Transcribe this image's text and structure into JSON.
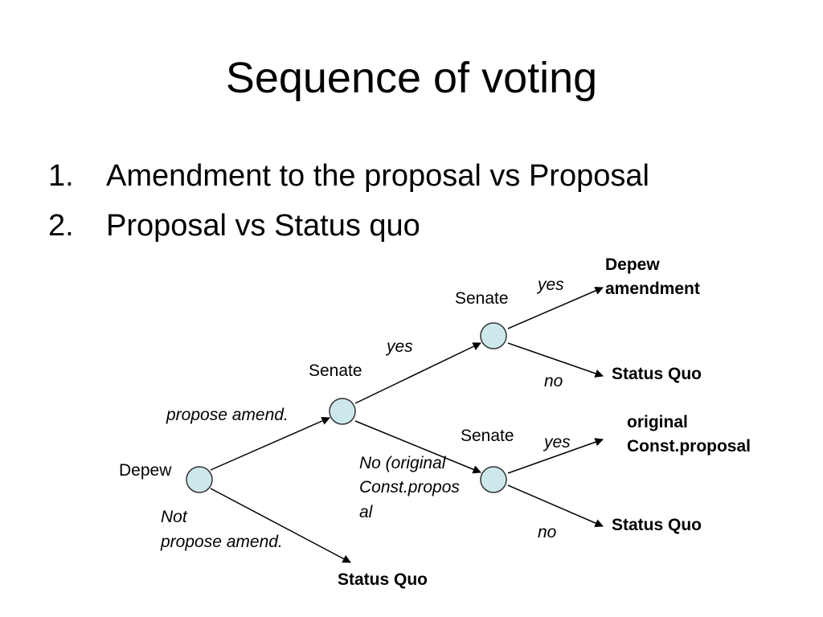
{
  "slide": {
    "title": "Sequence of voting",
    "items": [
      {
        "number": "1.",
        "text": "Amendment to the proposal vs Proposal"
      },
      {
        "number": "2.",
        "text": "Proposal vs Status quo"
      }
    ]
  },
  "tree": {
    "node_fill": "#cde8ec",
    "node_stroke": "#333333",
    "nodes": {
      "depew": "Depew",
      "senate_1": "Senate",
      "senate_top": "Senate",
      "senate_bottom": "Senate"
    },
    "edges": {
      "propose_amend": "propose amend.",
      "not_propose_line1": "Not",
      "not_propose_line2": "propose amend.",
      "senate1_yes": "yes",
      "senate1_no_line1": "No (original",
      "senate1_no_line2": "Const.propos",
      "senate1_no_line3": "al",
      "top_yes": "yes",
      "top_no": "no",
      "bottom_yes": "yes",
      "bottom_no": "no"
    },
    "outcomes": {
      "depew_amendment_line1": "Depew",
      "depew_amendment_line2": "amendment",
      "top_status_quo": "Status Quo",
      "original_line1": "original",
      "original_line2": "Const.proposal",
      "bottom_status_quo": "Status Quo",
      "root_status_quo": "Status Quo"
    }
  }
}
